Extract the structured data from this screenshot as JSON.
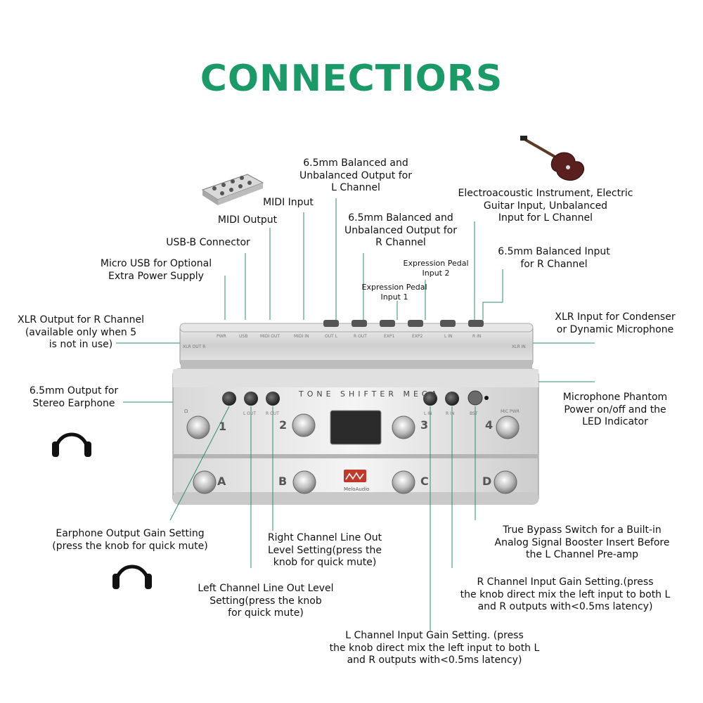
{
  "title": "CONNECTIORS",
  "brand": "MeloAudio",
  "device": {
    "name": "TONE SHIFTER MEGA",
    "switch_numbers": [
      "1",
      "2",
      "3",
      "4"
    ],
    "switch_letters": [
      "A",
      "B",
      "C",
      "D"
    ],
    "rear_jacks": [
      "PWR",
      "USB",
      "MIDI OUT",
      "MIDI IN",
      "OUT L",
      "R OUT",
      "EXP1",
      "EXP2",
      "L IN",
      "R IN"
    ],
    "side_left": "XLR OUT R",
    "side_right": "XLR IN",
    "knob_left_labels": [
      "Ω",
      "L OUT",
      "R OUT"
    ],
    "knob_right_labels": [
      "L IN",
      "R IN",
      "BST"
    ],
    "phantom_label": "MIC PWR"
  },
  "labels": {
    "out_l": [
      "6.5mm Balanced and",
      "Unbalanced Output for",
      "L Channel"
    ],
    "midi_in": [
      "MIDI Input"
    ],
    "midi_out": [
      "MIDI Output"
    ],
    "usb_b": [
      "USB-B Connector"
    ],
    "micro_usb": [
      "Micro USB for Optional",
      "Extra Power Supply"
    ],
    "out_r": [
      "6.5mm Balanced and",
      "Unbalanced Output for",
      "R Channel"
    ],
    "guitar_in": [
      "Electroacoustic Instrument, Electric",
      "Guitar Input, Unbalanced",
      "Input for L Channel"
    ],
    "exp2": [
      "Expression Pedal",
      "Input 2"
    ],
    "exp1": [
      "Expression Pedal",
      "Input 1"
    ],
    "bal_in_r": [
      "6.5mm Balanced Input",
      "for R Channel"
    ],
    "xlr_out": [
      "XLR Output for R Channel",
      "(available only when 5",
      "is not in use)"
    ],
    "xlr_in": [
      "XLR Input for Condenser",
      "or Dynamic Microphone"
    ],
    "earphone": [
      "6.5mm Output for",
      "Stereo Earphone"
    ],
    "phantom": [
      "Microphone Phantom",
      "Power on/off and the",
      "LED Indicator"
    ],
    "ear_gain": [
      "Earphone Output Gain Setting",
      "(press the knob for quick mute)"
    ],
    "r_line": [
      "Right Channel Line Out",
      "Level Setting(press the",
      "knob for quick mute)"
    ],
    "bypass": [
      "True Bypass Switch for a Built-in",
      "Analog Signal Booster Insert Before",
      "the L Channel Pre-amp"
    ],
    "l_line": [
      "Left Channel Line Out Level",
      "Setting(press the knob",
      "for quick mute)"
    ],
    "r_gain": [
      "R Channel Input Gain Setting.(press",
      "the knob direct mix the left input to both L",
      "and R outputs with<0.5ms latency)"
    ],
    "l_gain": [
      "L Channel Input Gain Setting. (press",
      "the knob direct mix the left input to both L",
      "and R outputs with<0.5ms latency)"
    ]
  },
  "icons": {
    "headphones": "headphones-icon",
    "guitar": "electric-guitar-icon",
    "midi_controller": "midi-foot-controller-icon"
  },
  "colors": {
    "accent": "#1a9a66",
    "leader": "#2e8f6e"
  }
}
